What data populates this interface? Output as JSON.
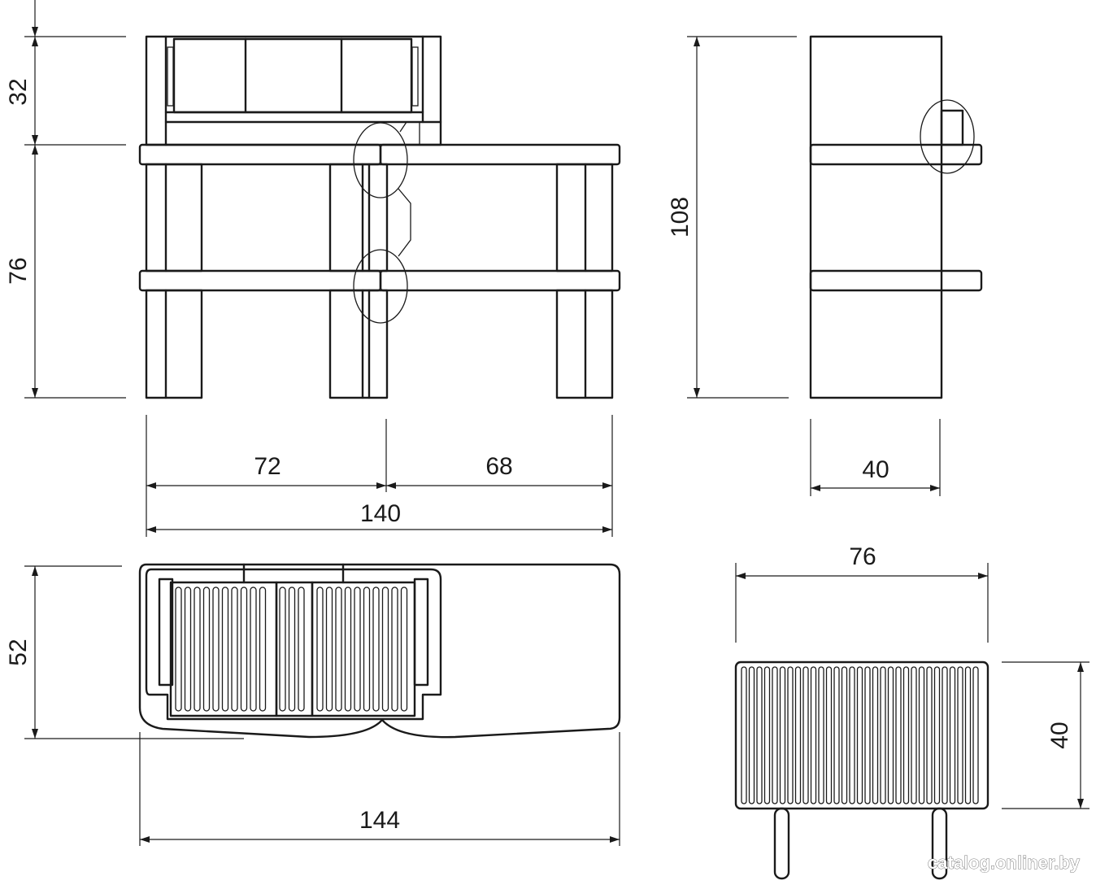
{
  "dimensions": {
    "front_top_height": "32",
    "front_lower_height": "76",
    "front_left_width": "72",
    "front_right_width": "68",
    "front_total_width": "140",
    "side_height": "108",
    "side_depth": "40",
    "top_depth": "52",
    "top_total_width": "144",
    "module_width": "76",
    "module_height": "40"
  },
  "watermark": "catalog.onliner.by"
}
